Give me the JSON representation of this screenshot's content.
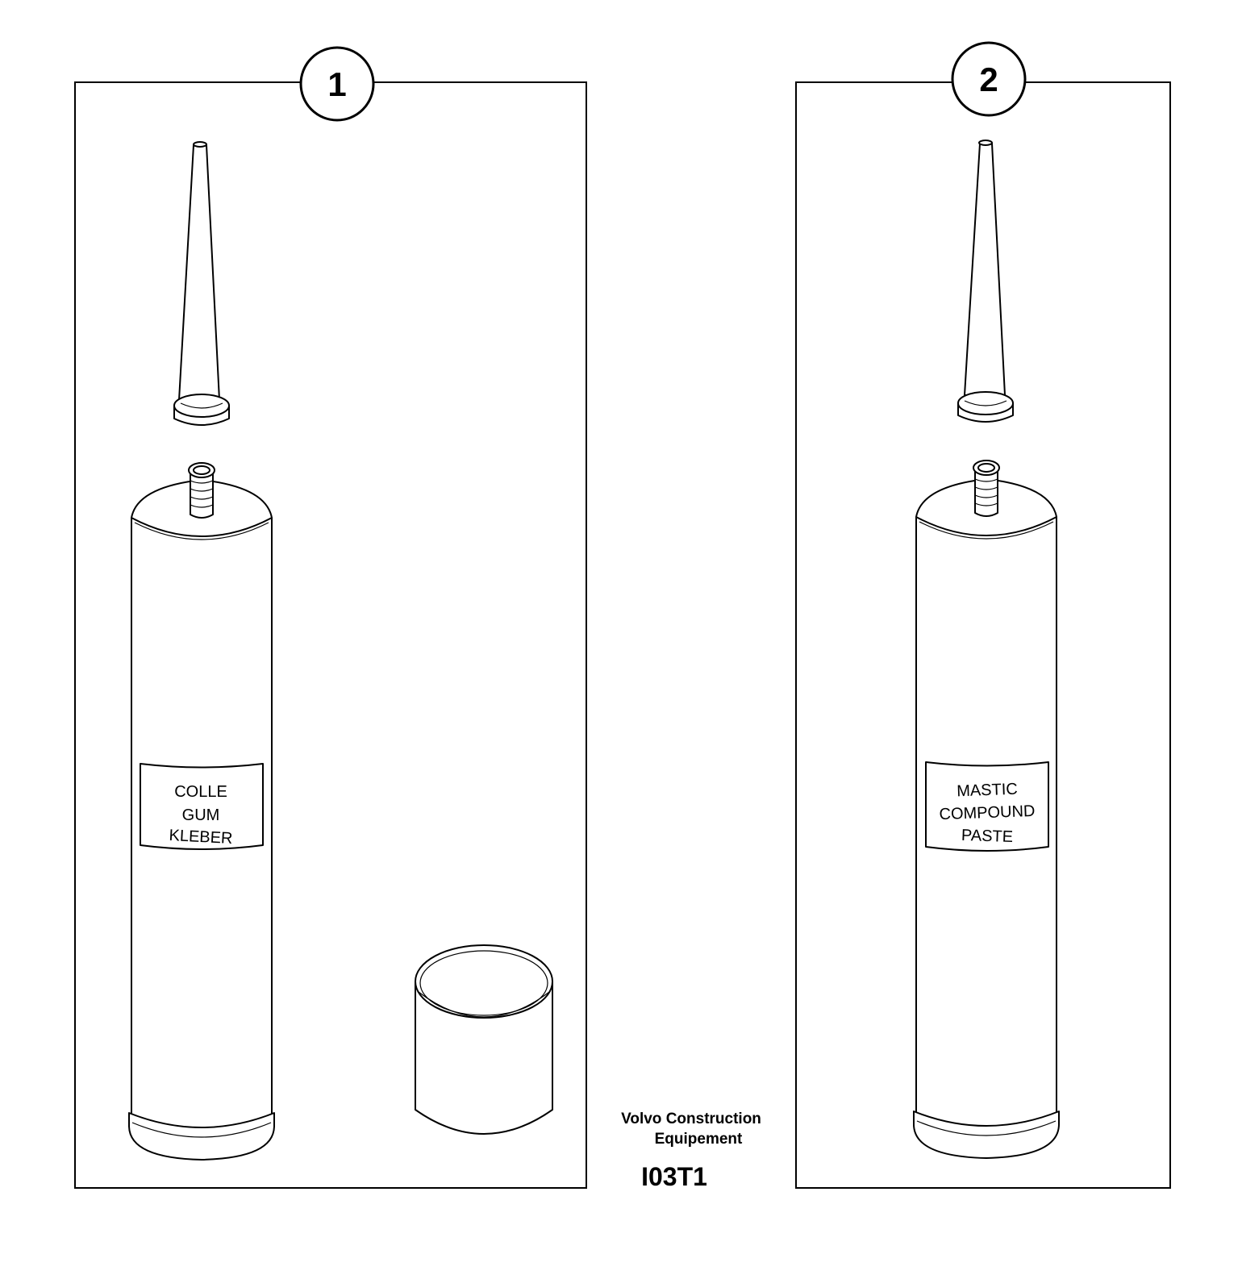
{
  "panels": [
    {
      "callout": "1",
      "tube_label": [
        "COLLE",
        "GUM",
        "KLEBER"
      ]
    },
    {
      "callout": "2",
      "tube_label": [
        "MASTIC",
        "COMPOUND",
        "PASTE"
      ]
    }
  ],
  "footer": {
    "brand_line1": "Volvo Construction",
    "brand_line2": "Equipement",
    "figure_code": "I03T1"
  }
}
